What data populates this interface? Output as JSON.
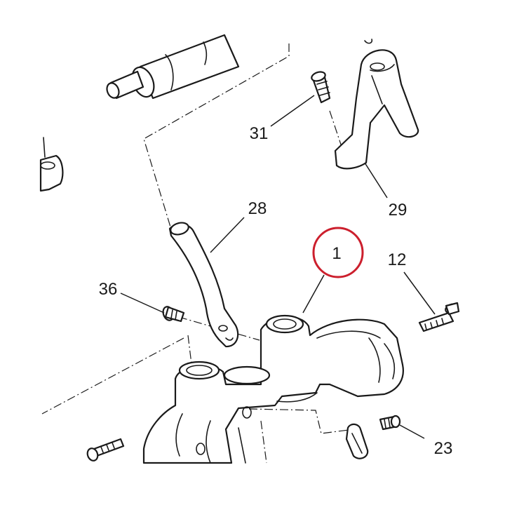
{
  "diagram": {
    "highlight_color": "#cc1f2d",
    "line_color": "#1a1a1a",
    "highlighted_callout": "1",
    "callouts": {
      "c1": "1",
      "c12": "12",
      "c23": "23",
      "c28": "28",
      "c29": "29",
      "c31": "31",
      "c36": "36"
    }
  }
}
